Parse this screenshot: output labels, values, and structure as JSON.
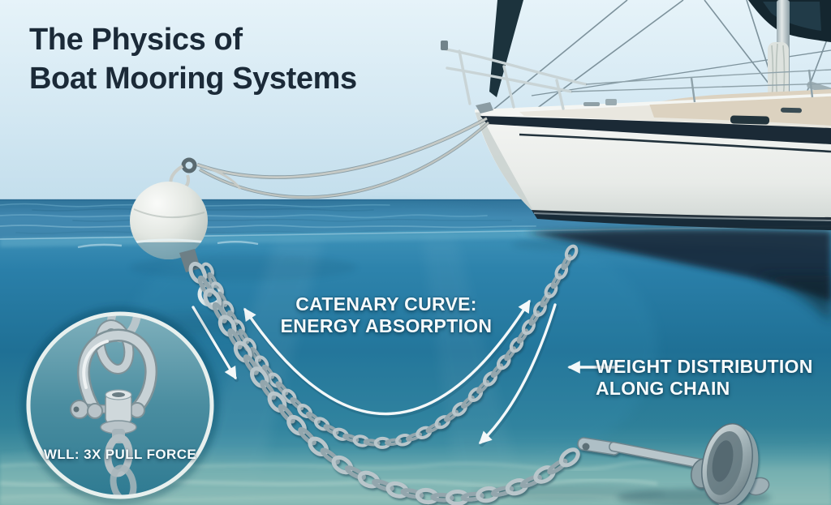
{
  "title": {
    "line1": "The Physics of",
    "line2": "Boat Mooring Systems"
  },
  "labels": {
    "catenary_line1": "CATENARY CURVE:",
    "catenary_line2": "ENERGY ABSORPTION",
    "weight_line1": "WEIGHT DISTRIBUTION",
    "weight_line2": "ALONG CHAIN",
    "wll": "WLL: 3X PULL FORCE"
  },
  "colors": {
    "sky": "#d9ecf5",
    "sea_surface": "#3a82ab",
    "underwater_top": "#2b82ad",
    "underwater_deep": "#1f7095",
    "sand": "#86b9b6",
    "hull_white": "#f4f6f4",
    "navy_stripe": "#1b2a36",
    "title_text": "#1b2a38",
    "label_text": "#f6fbfc",
    "metal": "#c2ccd0",
    "arrow": "#f4f8f9"
  }
}
